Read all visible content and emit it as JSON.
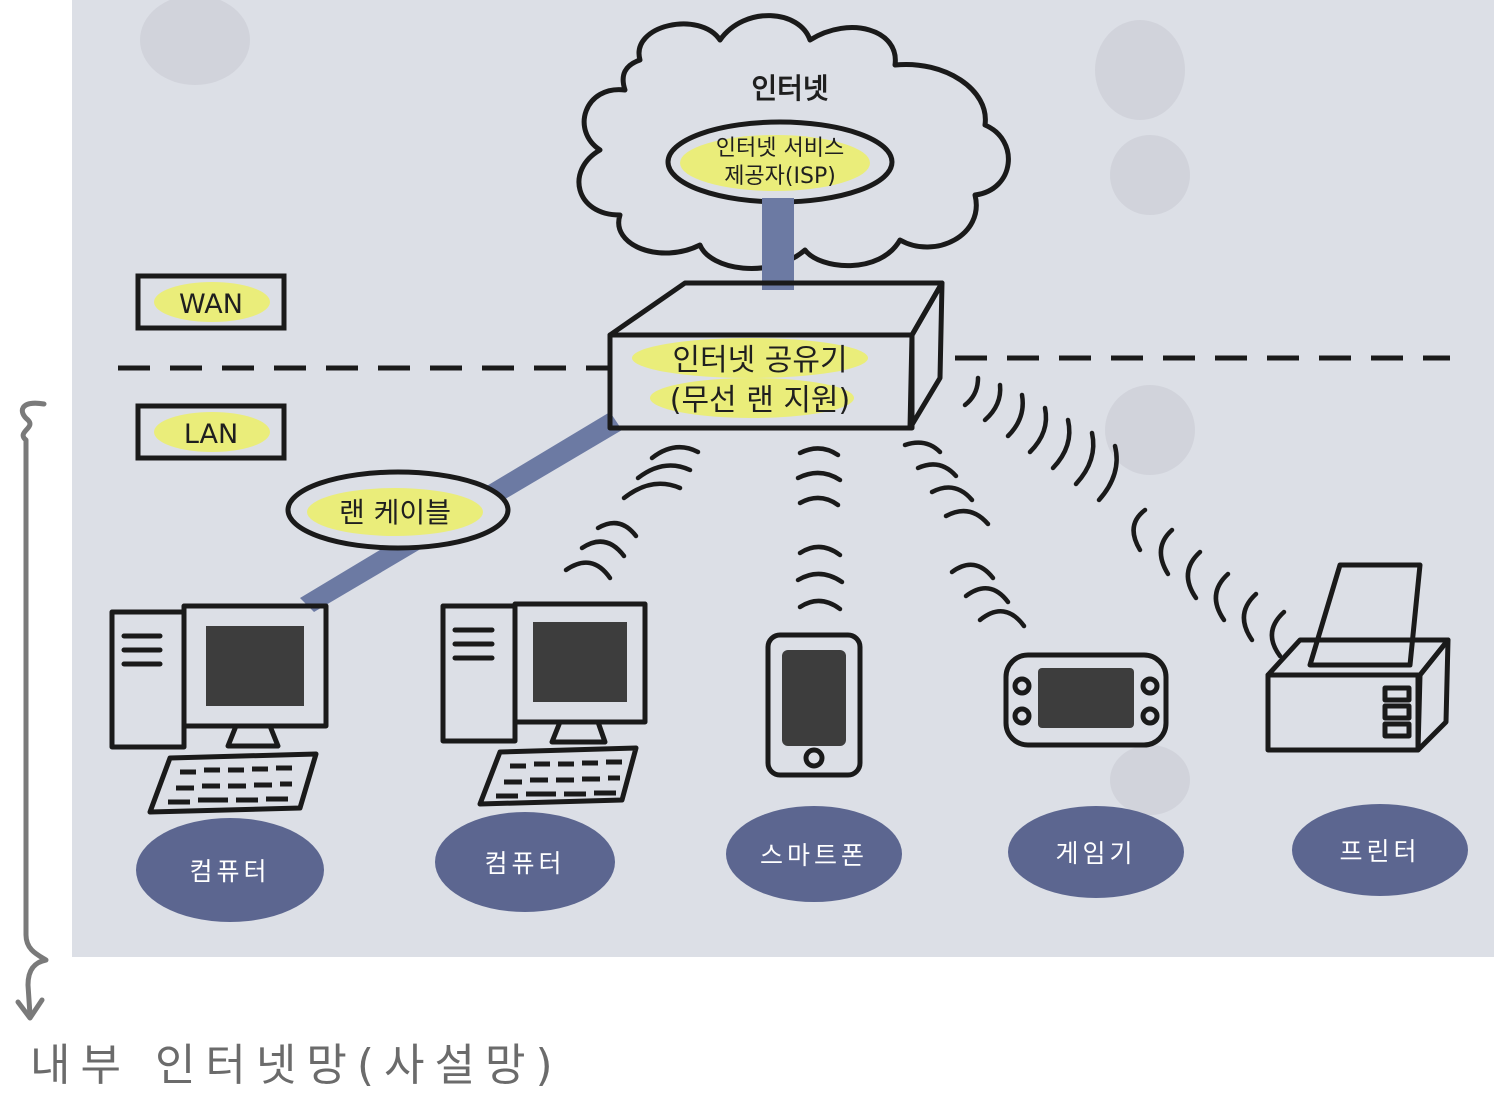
{
  "diagram": {
    "internet_label": "인터넷",
    "isp_label_line1": "인터넷 서비스",
    "isp_label_line2": "제공자(ISP)",
    "wan_label": "WAN",
    "lan_label": "LAN",
    "router_label_line1": "인터넷 공유기",
    "router_label_line2": "(무선 랜 지원)",
    "cable_label": "랜 케이블",
    "devices": {
      "computer1": "컴퓨터",
      "computer2": "컴퓨터",
      "smartphone": "스마트폰",
      "game_console": "게임기",
      "printer": "프린터"
    },
    "bracket_caption": "내부 인터넷망(사설망)"
  },
  "colors": {
    "paper": "#dcdfe6",
    "highlight": "#eaed7a",
    "device_badge": "#5c6690",
    "link": "#6c7aa3",
    "ink": "#1a1a1a",
    "handwriting": "#6b6b6b"
  }
}
